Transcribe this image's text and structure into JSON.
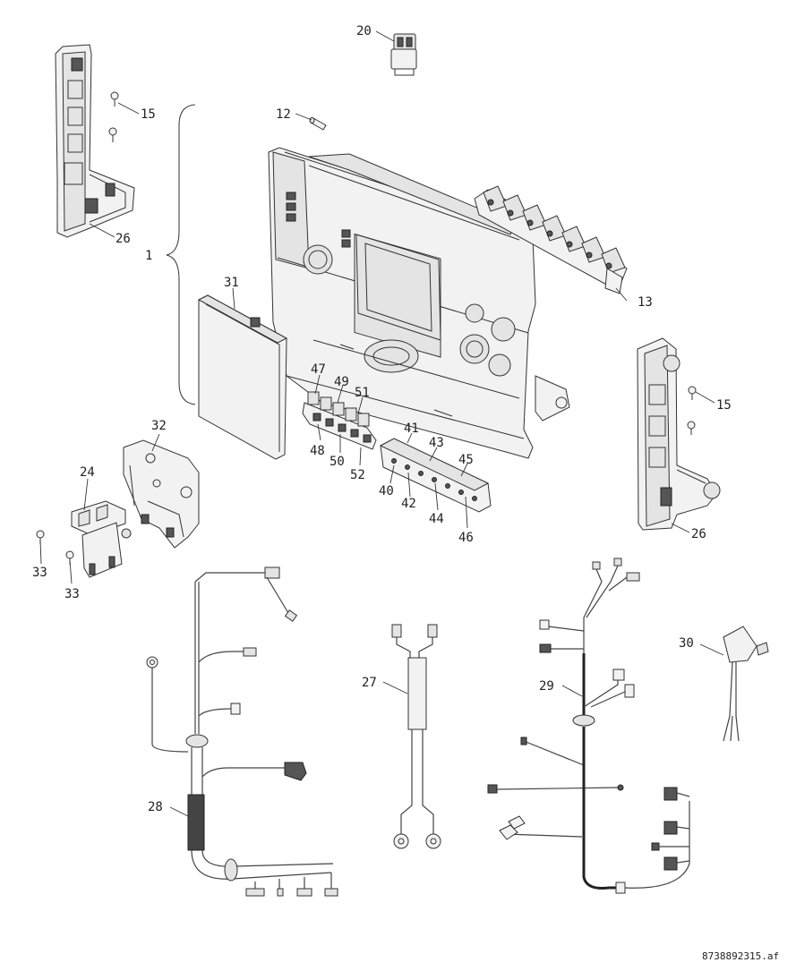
{
  "diagram": {
    "document_code": "8738892315.af",
    "callouts": [
      {
        "id": "c20",
        "label": "20"
      },
      {
        "id": "c12",
        "label": "12"
      },
      {
        "id": "c15a",
        "label": "15"
      },
      {
        "id": "c26a",
        "label": "26"
      },
      {
        "id": "c1",
        "label": "1"
      },
      {
        "id": "c13",
        "label": "13"
      },
      {
        "id": "c31",
        "label": "31"
      },
      {
        "id": "c47",
        "label": "47"
      },
      {
        "id": "c49",
        "label": "49"
      },
      {
        "id": "c51",
        "label": "51"
      },
      {
        "id": "c48",
        "label": "48"
      },
      {
        "id": "c50",
        "label": "50"
      },
      {
        "id": "c52",
        "label": "52"
      },
      {
        "id": "c41",
        "label": "41"
      },
      {
        "id": "c43",
        "label": "43"
      },
      {
        "id": "c45",
        "label": "45"
      },
      {
        "id": "c40",
        "label": "40"
      },
      {
        "id": "c42",
        "label": "42"
      },
      {
        "id": "c44",
        "label": "44"
      },
      {
        "id": "c46",
        "label": "46"
      },
      {
        "id": "c15b",
        "label": "15"
      },
      {
        "id": "c26b",
        "label": "26"
      },
      {
        "id": "c32",
        "label": "32"
      },
      {
        "id": "c24",
        "label": "24"
      },
      {
        "id": "c33a",
        "label": "33"
      },
      {
        "id": "c33b",
        "label": "33"
      },
      {
        "id": "c27",
        "label": "27"
      },
      {
        "id": "c28",
        "label": "28"
      },
      {
        "id": "c29",
        "label": "29"
      },
      {
        "id": "c30",
        "label": "30"
      }
    ]
  }
}
